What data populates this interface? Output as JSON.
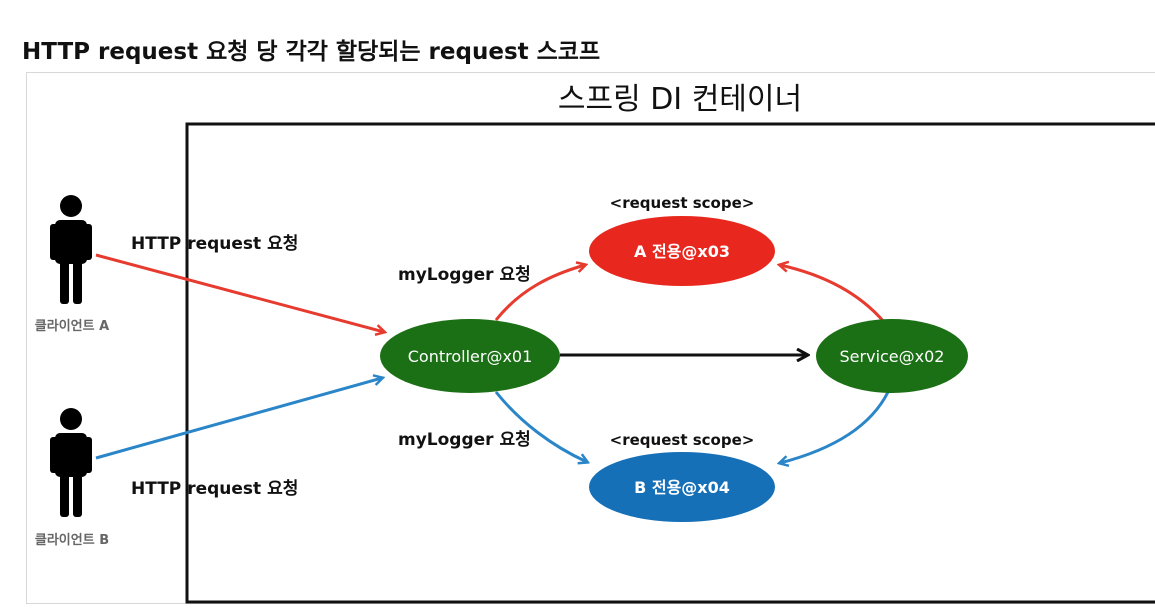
{
  "heading": "HTTP request 요청 당 각각 할당되는 request 스코프",
  "container_title": "스프링 DI 컨테이너",
  "clients": {
    "a": "클라이언트 A",
    "b": "클라이언트 B"
  },
  "edge_labels": {
    "http_a": "HTTP request 요청",
    "http_b": "HTTP request 요청",
    "logger_a": "myLogger 요청",
    "logger_b": "myLogger 요청"
  },
  "scope_labels": {
    "top": "<request scope>",
    "bottom": "<request scope>"
  },
  "nodes": {
    "controller": "Controller@x01",
    "service": "Service@x02",
    "bean_a": "A 전용@x03",
    "bean_b": "B 전용@x04"
  },
  "colors": {
    "green": "#1b6f14",
    "red": "#e8281e",
    "blue": "#1570b8",
    "red_arrow": "#e63b2e",
    "blue_arrow": "#2a86c8",
    "black": "#111111"
  }
}
